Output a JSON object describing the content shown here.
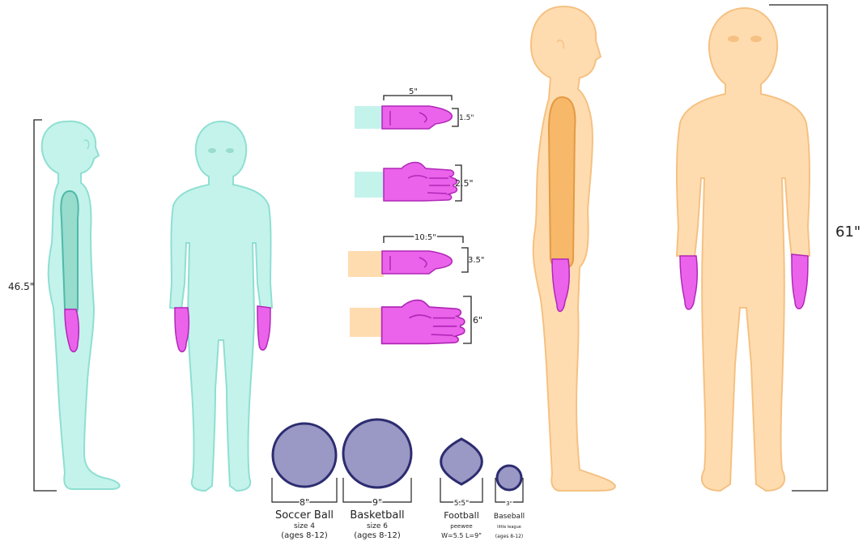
{
  "colors": {
    "child_fill": "#c4f3ec",
    "child_stroke": "#8edfd2",
    "child_arm": "#97dccd",
    "child_arm_stroke": "#4fb9a7",
    "adult_fill": "#ffdcb0",
    "adult_stroke": "#f5c182",
    "adult_arm": "#f7b869",
    "adult_arm_stroke": "#e39a45",
    "hand_fill": "#ea63ea",
    "hand_light": "#f3a7f3",
    "hand_stroke": "#b127b7",
    "ball_fill": "#9a98c4",
    "ball_stroke": "#2c2c70",
    "ink": "#222222"
  },
  "heights": {
    "child": "46.5\"",
    "adult": "61\""
  },
  "hands": {
    "child_side_length": "5\"",
    "child_side_thickness": "1.5\"",
    "child_front_width": "2.5\"",
    "adult_side_length": "10.5\"",
    "adult_side_thickness": "3.5\"",
    "adult_front_width": "6\""
  },
  "balls": [
    {
      "dim": "8\"",
      "name": "Soccer Ball",
      "size": "size 4",
      "ages": "(ages 8-12)"
    },
    {
      "dim": "9\"",
      "name": "Basketball",
      "size": "size 6",
      "ages": "(ages 8-12)"
    },
    {
      "dim": "5.5\"",
      "name": "Football",
      "size": "peewee",
      "ages": "W=5.5 L=9\""
    },
    {
      "dim": "3\"",
      "name": "Baseball",
      "size": "little league",
      "ages": "(ages 8-12)"
    }
  ]
}
